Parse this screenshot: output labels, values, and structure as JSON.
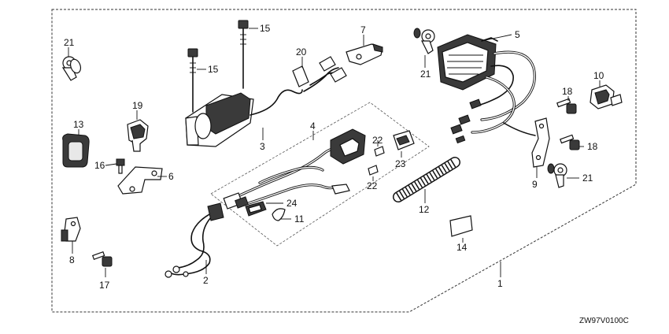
{
  "callouts": {
    "c1": "1",
    "c2": "2",
    "c3": "3",
    "c4": "4",
    "c5": "5",
    "c6": "6",
    "c7": "7",
    "c8": "8",
    "c9": "9",
    "c10": "10",
    "c11": "11",
    "c12": "12",
    "c13": "13",
    "c14": "14",
    "c15a": "15",
    "c15b": "15",
    "c16": "16",
    "c17": "17",
    "c18a": "18",
    "c18b": "18",
    "c19": "19",
    "c20": "20",
    "c21a": "21",
    "c21b": "21",
    "c21c": "21",
    "c22a": "22",
    "c22b": "22",
    "c23": "23",
    "c24": "24"
  },
  "diagram_code": "ZW97V0100C"
}
